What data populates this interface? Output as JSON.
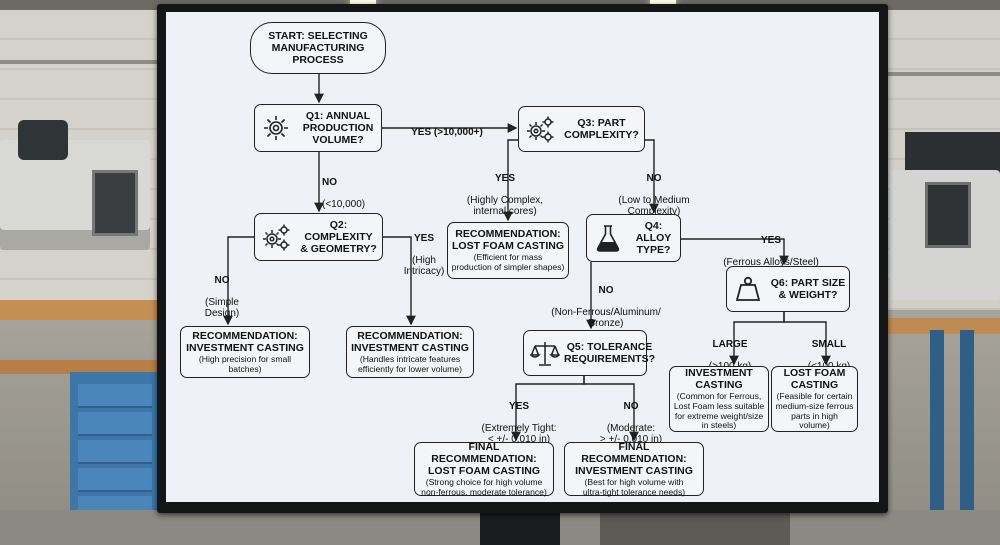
{
  "flowchart": {
    "start": "START: SELECTING\nMANUFACTURING\nPROCESS",
    "q1": "Q1: ANNUAL\nPRODUCTION\nVOLUME?",
    "q2": "Q2: COMPLEXITY\n& GEOMETRY?",
    "q3": "Q3: PART\nCOMPLEXITY?",
    "q4": "Q4: ALLOY TYPE?",
    "q5": "Q5: TOLERANCE\nREQUIREMENTS?",
    "q6": "Q6: PART SIZE\n& WEIGHT?",
    "labels": {
      "q1_yes": "YES (>10,000+)",
      "q1_no_title": "NO",
      "q1_no_sub": "(<10,000)",
      "q2_yes_title": "YES",
      "q2_yes_sub": "(High\nIntricacy)",
      "q2_no_title": "NO",
      "q2_no_sub": "(Simple\nDesign)",
      "q3_yes_title": "YES",
      "q3_yes_sub": "(Highly Complex,\ninternal cores)",
      "q3_no_title": "NO",
      "q3_no_sub": "(Low to Medium\nComplexity)",
      "q4_yes_title": "YES",
      "q4_yes_sub": "(Ferrous Alloys/Steel)",
      "q4_no_title": "NO",
      "q4_no_sub": "(Non-Ferrous/Aluminum/\nBronze)",
      "q5_yes_title": "YES",
      "q5_yes_sub": "(Extremely Tight:\n< +/- 0.010 in)",
      "q5_no_title": "NO",
      "q5_no_sub": "(Moderate:\n> +/- 0.010 in)",
      "q6_large_title": "LARGE",
      "q6_large_sub": "(>100 kg)",
      "q6_small_title": "SMALL",
      "q6_small_sub": "(<100 kg)"
    },
    "rec_simple": {
      "title": "RECOMMENDATION:\nINVESTMENT CASTING",
      "note": "(High precision for small\nbatches)"
    },
    "rec_intricate": {
      "title": "RECOMMENDATION:\nINVESTMENT CASTING",
      "note": "(Handles intricate features\nefficiently for lower volume)"
    },
    "rec_lostfoam": {
      "title": "RECOMMENDATION:\nLOST FOAM CASTING",
      "note": "(Efficient for mass\nproduction of simpler shapes)"
    },
    "final_lostfoam": {
      "title": "FINAL RECOMMENDATION:\nLOST FOAM CASTING",
      "note": "(Strong choice for high volume\nnon-ferrous, moderate tolerance)"
    },
    "final_investment": {
      "title": "FINAL RECOMMENDATION:\nINVESTMENT CASTING",
      "note": "(Best for high volume with\nultra-tight tolerance needs)"
    },
    "large_result": {
      "title": "INVESTMENT\nCASTING",
      "note": "(Common for Ferrous,\nLost Foam less suitable\nfor extreme weight/size\nin steels)"
    },
    "small_result": {
      "title": "LOST FOAM\nCASTING",
      "note": "(Feasible for certain\nmedium-size ferrous\nparts in high\nvolume)"
    }
  },
  "icons": {
    "q1": "gear-icon",
    "q2": "gears-icon",
    "q3": "gears-icon",
    "q4": "flask-icon",
    "q5": "scale-icon",
    "q6": "weight-icon"
  },
  "colors": {
    "screen": "#eef1f5",
    "bezel": "#141516",
    "line": "#222222"
  }
}
